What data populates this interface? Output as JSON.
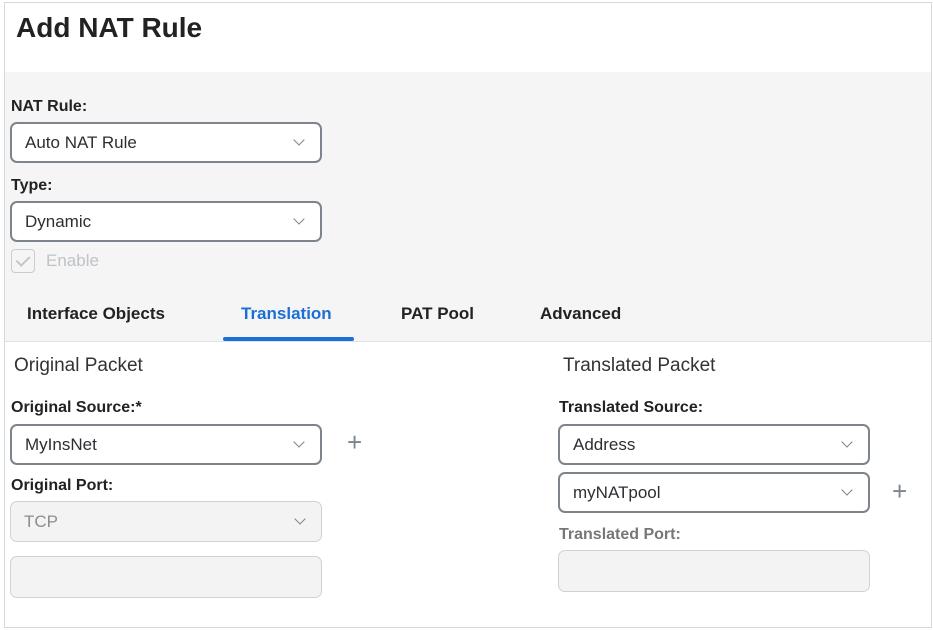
{
  "title": "Add NAT Rule",
  "nat_rule": {
    "label": "NAT Rule:",
    "value": "Auto NAT Rule"
  },
  "type": {
    "label": "Type:",
    "value": "Dynamic"
  },
  "enable": {
    "label": "Enable",
    "checked": true,
    "disabled": true
  },
  "tabs": [
    {
      "label": "Interface Objects"
    },
    {
      "label": "Translation",
      "active": true
    },
    {
      "label": "PAT Pool"
    },
    {
      "label": "Advanced"
    }
  ],
  "original": {
    "heading": "Original Packet",
    "source_label": "Original Source:*",
    "source_value": "MyInsNet",
    "port_label": "Original Port:",
    "port_value": "TCP",
    "port_input": ""
  },
  "translated": {
    "heading": "Translated Packet",
    "source_label": "Translated Source:",
    "source_type": "Address",
    "source_value": "myNATpool",
    "port_label": "Translated Port:",
    "port_input": ""
  },
  "colors": {
    "accent": "#1b6fd6"
  }
}
